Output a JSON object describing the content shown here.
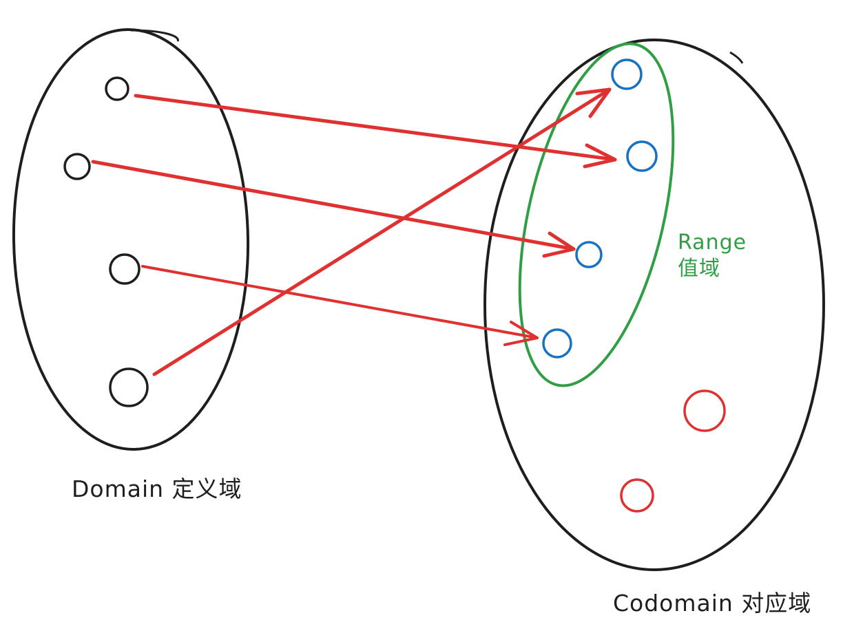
{
  "labels": {
    "domain": "Domain 定义域",
    "codomain": "Codomain 对应域",
    "range_en": "Range",
    "range_zh": "值域"
  },
  "colors": {
    "outline": "#1e1e1e",
    "arrow": "#e03131",
    "range": "#2f9e44",
    "range_element": "#1971c2",
    "unmapped_element": "#e03131"
  },
  "diagram": {
    "domain_elements": [
      "d1",
      "d2",
      "d3",
      "d4"
    ],
    "codomain_elements": [
      "c1",
      "c2",
      "c3",
      "c4",
      "c5",
      "c6"
    ],
    "range_elements": [
      "c1",
      "c2",
      "c3",
      "c4"
    ],
    "mappings": [
      {
        "from": "d1",
        "to": "c2"
      },
      {
        "from": "d2",
        "to": "c3"
      },
      {
        "from": "d3",
        "to": "c4"
      },
      {
        "from": "d4",
        "to": "c1"
      }
    ]
  }
}
